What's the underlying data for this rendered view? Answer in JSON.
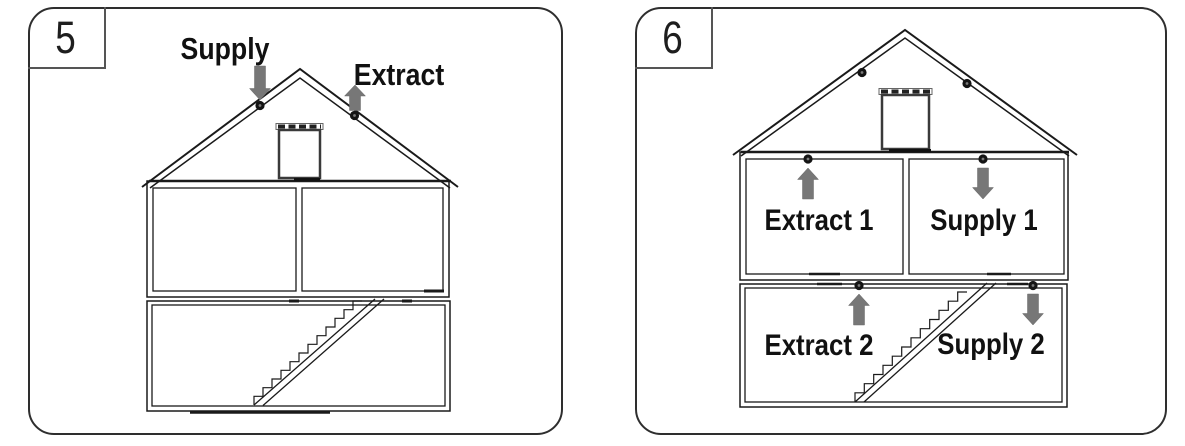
{
  "figures": [
    {
      "number": "5",
      "labels": {
        "supply": {
          "text": "Supply"
        },
        "extract": {
          "text": "Extract"
        }
      }
    },
    {
      "number": "6",
      "labels": {
        "extract1": {
          "text": "Extract 1"
        },
        "supply1": {
          "text": "Supply 1"
        },
        "extract2": {
          "text": "Extract 2"
        },
        "supply2": {
          "text": "Supply 2"
        }
      }
    }
  ],
  "icons": {
    "supply_arrow": "down-arrow",
    "extract_arrow": "up-arrow",
    "duct_point": "filled-dot"
  },
  "colors": {
    "line": "#1a1a1a",
    "arrow": "#777777",
    "panel_border": "#2e2e2e",
    "background": "#ffffff"
  }
}
